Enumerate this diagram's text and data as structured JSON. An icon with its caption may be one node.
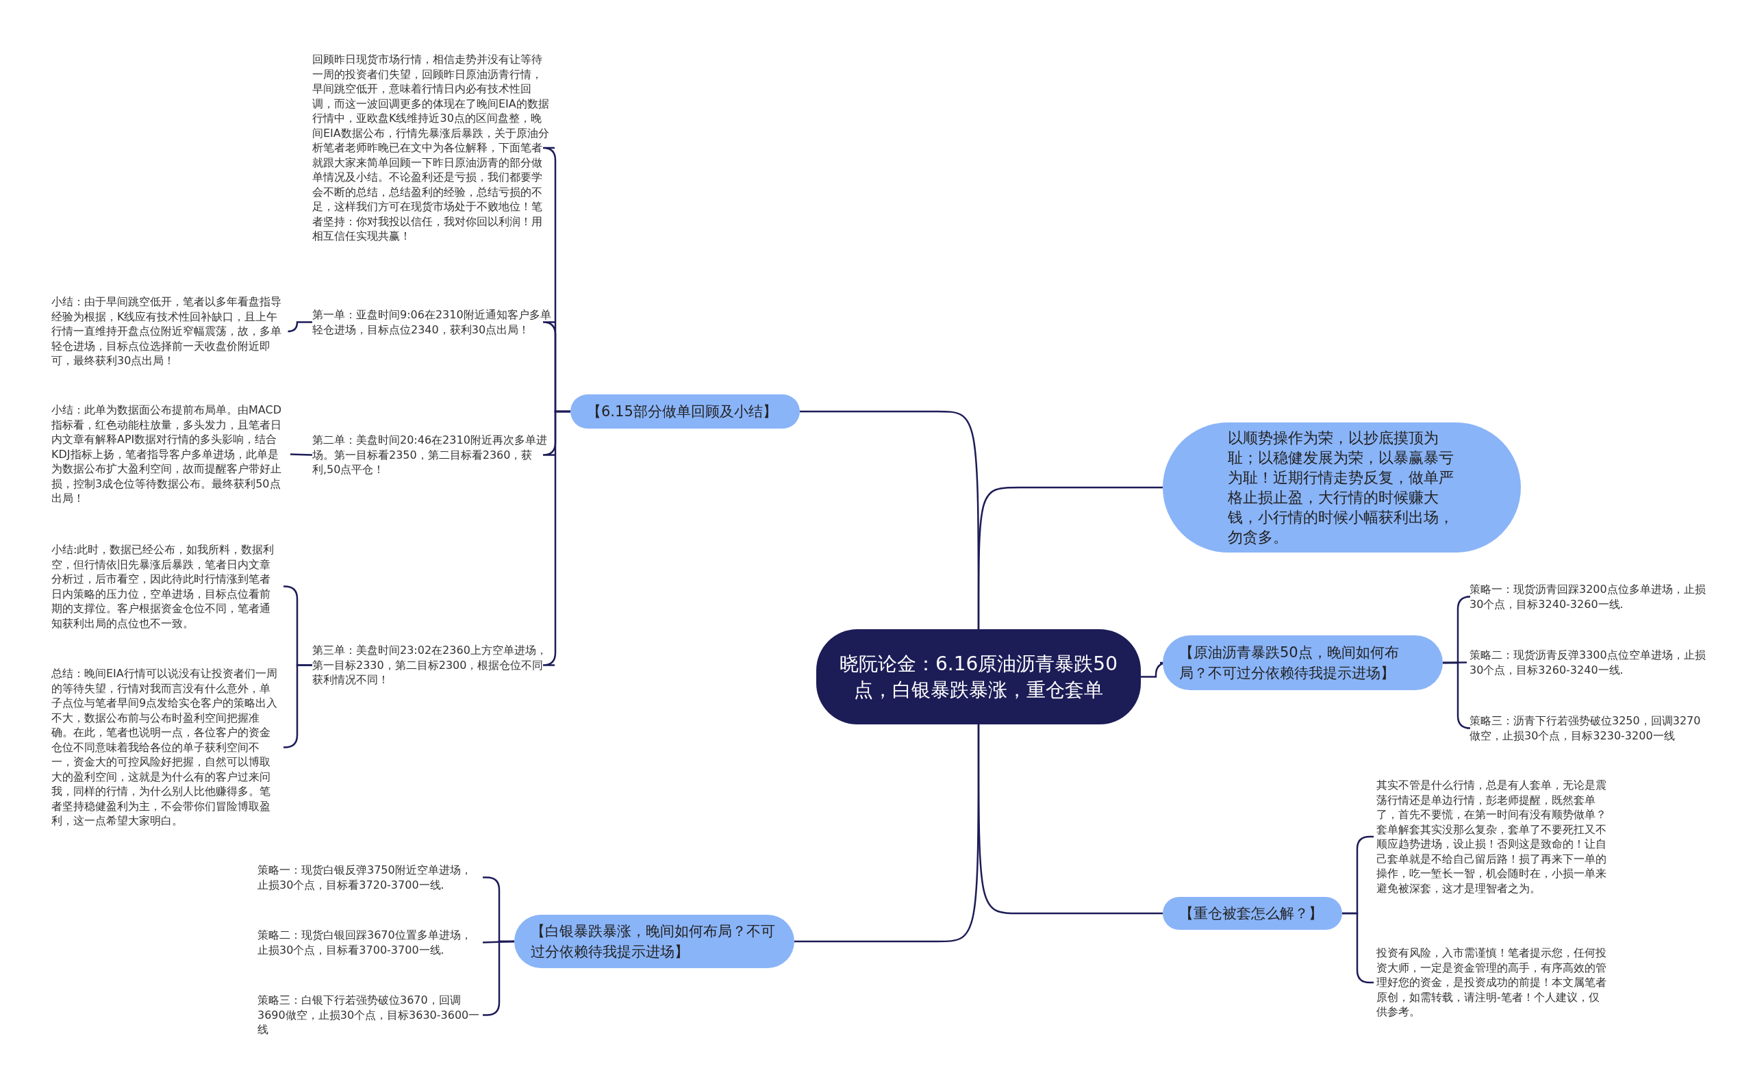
{
  "diagram": {
    "nodes": [
      {
        "text": [
          "晓阮论金：6.16原油沥青暴跌50点，白银暴跌暴涨，重仓套单"
        ]
      },
      {
        "text": [
          "【6.15部分做单回顾及小结】"
        ]
      },
      {
        "text": [
          "回顾昨日现货市场行情，相信走势并没有让等待一周的投资者们失望，回顾昨日原油沥青行情，早间跳空低开，意味着行情日内必有技术性回调，而这一波回调更多的体现在了晚间EIA的数据行情中，亚欧盘K线维持近30点的区间盘整，晚间EIA数据公布，行情先暴涨后暴跌，关于原油分析笔者老师昨晚已在文中为各位解释，下面笔者就跟大家来简单回顾一下昨日原油沥青的部分做单情况及小结。不论盈利还是亏损，我们都要学会不断的总结，总结盈利的经验，总结亏损的不足，这样我们方可在现货市场处于不败地位！笔者坚持：你对我投以信任，我对你回以利润！用相互信任实现共赢！"
        ]
      },
      {
        "text": [
          "第一单：亚盘时间9:06在2310附近通知客户多单轻仓进场，目标点位2340，获利30点出局！"
        ]
      },
      {
        "text": [
          "小结：由于早间跳空低开，笔者以多年看盘指导经验为根据，K线应有技术性回补缺口，且上午行情一直维持开盘点位附近窄幅震荡，故，多单轻仓进场，目标点位选择前一天收盘价附近即可，最终获利30点出局！"
        ]
      },
      {
        "text": [
          "第二单：美盘时间20:46在2310附近再次多单进场。第一目标看2350，第二目标看2360，获利,50点平仓！"
        ]
      },
      {
        "text": [
          "小结：此单为数据面公布提前布局单。由MACD指标看，红色动能柱放量，多头发力，且笔者日内文章有解释API数据对行情的多头影响，结合KDJ指标上扬，笔者指导客户多单进场，此单是为数据公布扩大盈利空间，故而提醒客户带好止损，控制3成仓位等待数据公布。最终获利50点出局！"
        ]
      },
      {
        "text": [
          "第三单：美盘时间23:02在2360上方空单进场，第一目标2330，第二目标2300，根据仓位不同获利情况不同！"
        ]
      },
      {
        "text": [
          "小结:此时，数据已经公布，如我所料，数据利空，但行情依旧先暴涨后暴跌，笔者日内文章分析过，后市看空，因此待此时行情涨到笔者日内策略的压力位，空单进场，目标点位看前期的支撑位。客户根据资金仓位不同，笔者通知获利出局的点位也不一致。"
        ]
      },
      {
        "text": [
          "总结：晚间EIA行情可以说没有让投资者们一周的等待失望，行情对我而言没有什么意外，单子点位与笔者早间9点发给实仓客户的策略出入不大，数据公布前与公布时盈利空间把握准确。在此，笔者也说明一点，各位客户的资金仓位不同意味着我给各位的单子获利空间不一，资金大的可控风险好把握，自然可以博取大的盈利空间，这就是为什么有的客户过来问我，同样的行情，为什么别人比他赚得多。笔者坚持稳健盈利为主，不会带你们冒险博取盈利，这一点希望大家明白。"
        ]
      },
      {
        "text": [
          "以顺势操作为荣，以抄底摸顶为耻；以稳健发展为荣，以暴赢暴亏为耻！近期行情走势反复，做单严格止损止盈，大行情的时候赚大钱，小行情的时候小幅获利出场，勿贪多。"
        ]
      },
      {
        "text": [
          "【原油沥青暴跌50点，晚间如何布局？不可过分依赖待我提示进场】"
        ]
      },
      {
        "text": [
          "策略一：现货沥青回踩3200点位多单进场，止损30个点，目标3240-3260一线."
        ]
      },
      {
        "text": [
          "策略二：现货沥青反弹3300点位空单进场，止损30个点，目标3260-3240一线."
        ]
      },
      {
        "text": [
          "策略三：沥青下行若强势破位3250，回调3270做空，止损30个点，目标3230-3200一线"
        ]
      },
      {
        "text": [
          "【重仓被套怎么解？】"
        ]
      },
      {
        "text": [
          "其实不管是什么行情，总是有人套单，无论是震荡行情还是单边行情，彭老师提醒，既然套单了，首先不要慌，在第一时间有没有顺势做单？套单解套其实没那么复杂，套单了不要死扛又不顺应趋势进场，设止损！否则这是致命的！让自己套单就是不给自己留后路！损了再来下一单的操作，吃一堑长一智，机会随时在，小损一单来避免被深套，这才是理智者之为。"
        ]
      },
      {
        "text": [
          "投资有风险，入市需谨慎！笔者提示您，任何投资大师，一定是资金管理的高手，有序高效的管理好您的资金，是投资成功的前提！本文属笔者原创，如需转载，请注明-笔者！个人建议，仅供参考。"
        ]
      },
      {
        "text": [
          "【白银暴跌暴涨，晚间如何布局？不可过分依赖待我提示进场】"
        ]
      },
      {
        "text": [
          "策略一：现货白银反弹3750附近空单进场，止损30个点，目标看3720-3700一线."
        ]
      },
      {
        "text": [
          "策略二：现货白银回踩3670位置多单进场，止损30个点，目标看3700-3700一线."
        ]
      },
      {
        "text": [
          "策略三：白银下行若强势破位3670，回调3690做空，止损30个点，目标3630-3600一线"
        ]
      }
    ],
    "edges": [
      {
        "from": 0,
        "to": 1,
        "arrow": "none"
      },
      {
        "from": 1,
        "to": 2,
        "arrow": "none"
      },
      {
        "from": 1,
        "to": 3,
        "arrow": "none"
      },
      {
        "from": 3,
        "to": 4,
        "arrow": "none"
      },
      {
        "from": 1,
        "to": 5,
        "arrow": "none"
      },
      {
        "from": 5,
        "to": 6,
        "arrow": "none"
      },
      {
        "from": 1,
        "to": 7,
        "arrow": "none"
      },
      {
        "from": 7,
        "to": 8,
        "arrow": "none"
      },
      {
        "from": 7,
        "to": 9,
        "arrow": "none"
      },
      {
        "from": 0,
        "to": 10,
        "arrow": "none"
      },
      {
        "from": 0,
        "to": 11,
        "arrow": "none"
      },
      {
        "from": 11,
        "to": 12,
        "arrow": "none"
      },
      {
        "from": 11,
        "to": 13,
        "arrow": "none"
      },
      {
        "from": 11,
        "to": 14,
        "arrow": "none"
      },
      {
        "from": 0,
        "to": 15,
        "arrow": "none"
      },
      {
        "from": 15,
        "to": 16,
        "arrow": "none"
      },
      {
        "from": 15,
        "to": 17,
        "arrow": "none"
      },
      {
        "from": 0,
        "to": 18,
        "arrow": "none"
      },
      {
        "from": 18,
        "to": 19,
        "arrow": "none"
      },
      {
        "from": 18,
        "to": 20,
        "arrow": "none"
      },
      {
        "from": 18,
        "to": 21,
        "arrow": "none"
      }
    ]
  }
}
